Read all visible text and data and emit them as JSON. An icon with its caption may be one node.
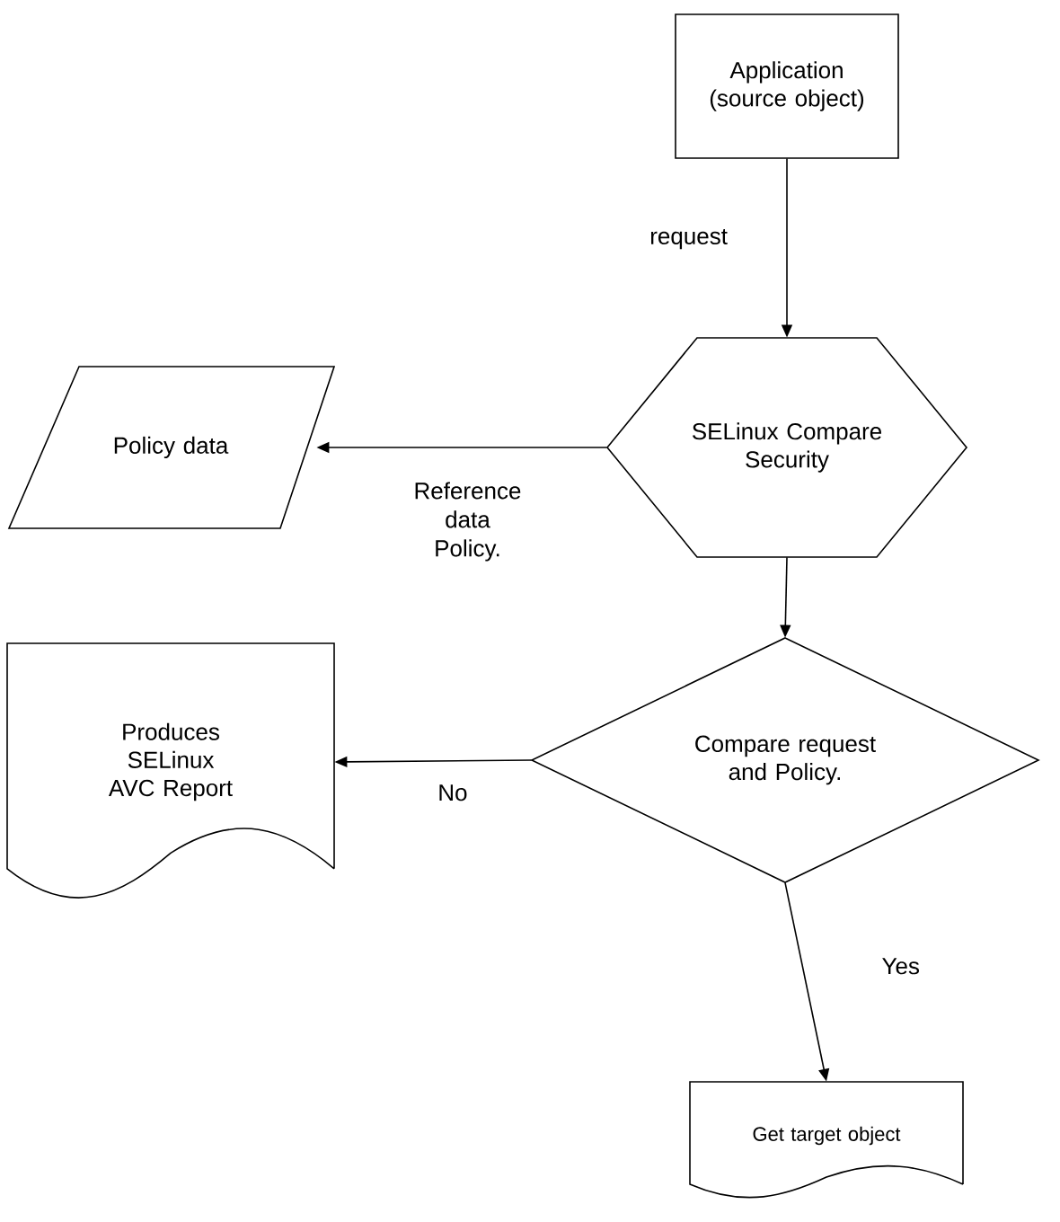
{
  "diagram": {
    "nodes": [
      {
        "text": [
          "Application (source object)"
        ]
      },
      {
        "text": [
          "SELinux Compare Security"
        ]
      },
      {
        "text": [
          "Policy data"
        ]
      },
      {
        "text": [
          "Compare request and Policy."
        ]
      },
      {
        "text": [
          "Produces SELinux AVC Report"
        ]
      },
      {
        "text": [
          "Get target object"
        ]
      }
    ],
    "edges": [
      {
        "from": 0,
        "to": 1,
        "arrow": "to",
        "label": "request"
      },
      {
        "from": 1,
        "to": 2,
        "arrow": "to",
        "label": "Reference data Policy."
      },
      {
        "from": 1,
        "to": 3,
        "arrow": "to"
      },
      {
        "from": 3,
        "to": 4,
        "arrow": "to",
        "label": "No"
      },
      {
        "from": 3,
        "to": 5,
        "arrow": "to",
        "label": "Yes"
      }
    ]
  }
}
